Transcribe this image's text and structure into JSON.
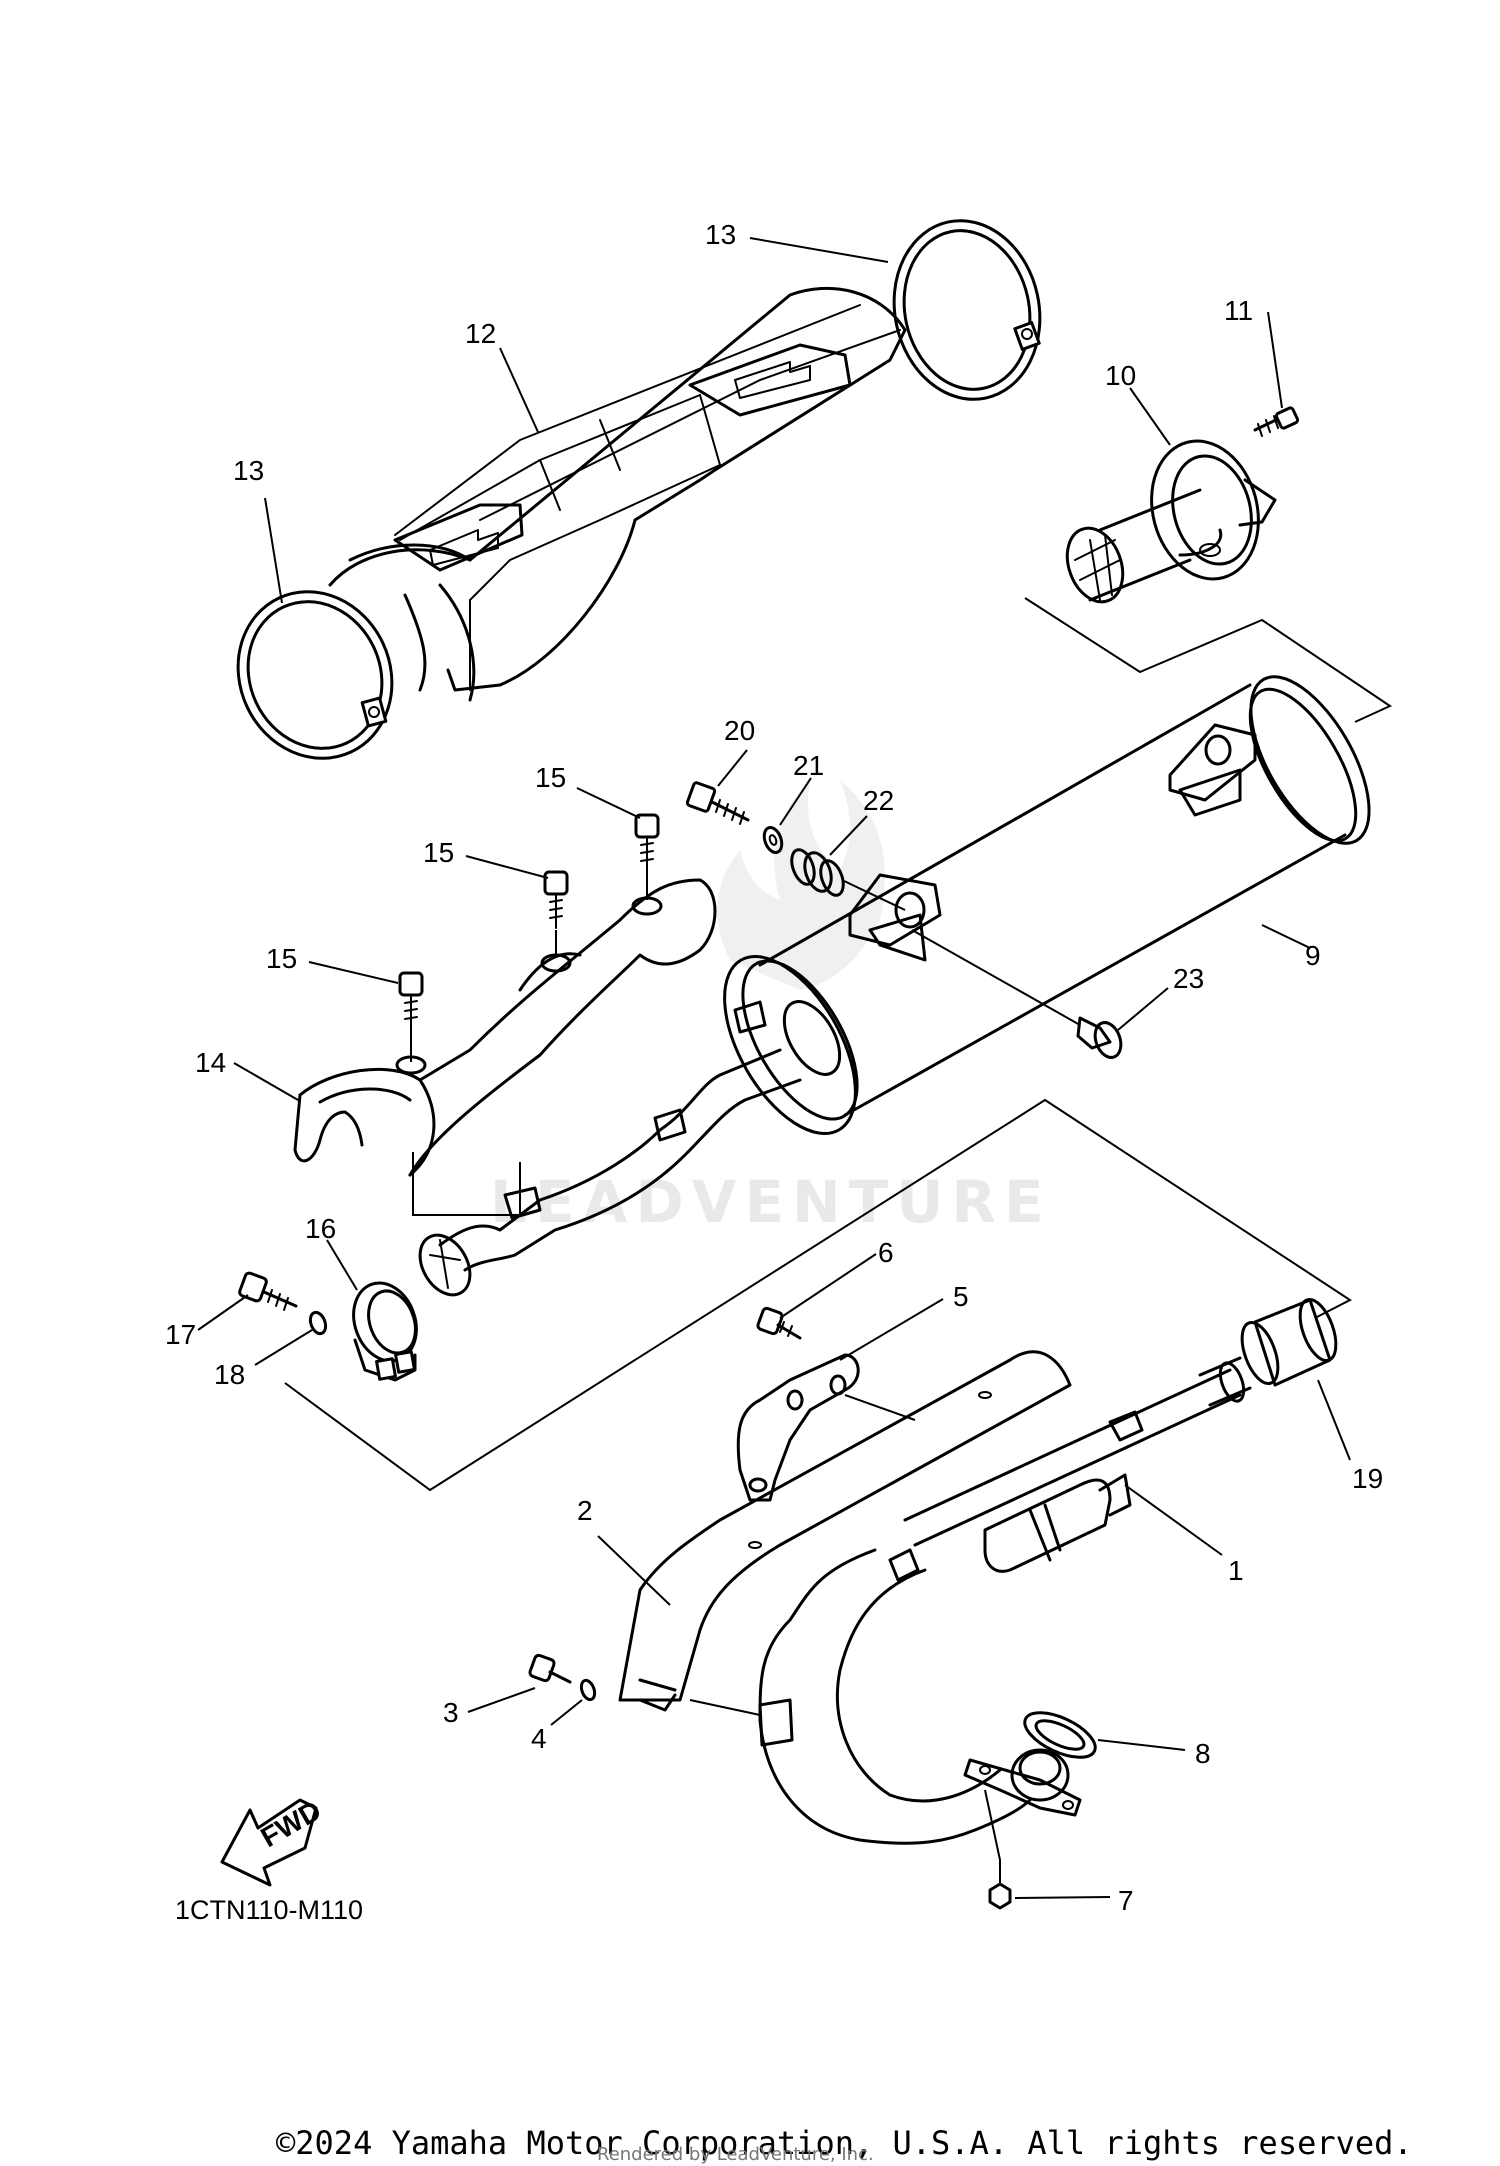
{
  "diagram": {
    "code": "1CTN110-M110",
    "watermark": "LEADVENTURE",
    "fwd_label": "FWD",
    "callouts": [
      {
        "id": "c1",
        "label": "1"
      },
      {
        "id": "c2",
        "label": "2"
      },
      {
        "id": "c3",
        "label": "3"
      },
      {
        "id": "c4",
        "label": "4"
      },
      {
        "id": "c5",
        "label": "5"
      },
      {
        "id": "c6",
        "label": "6"
      },
      {
        "id": "c7",
        "label": "7"
      },
      {
        "id": "c8",
        "label": "8"
      },
      {
        "id": "c9",
        "label": "9"
      },
      {
        "id": "c10",
        "label": "10"
      },
      {
        "id": "c11",
        "label": "11"
      },
      {
        "id": "c12",
        "label": "12"
      },
      {
        "id": "c13a",
        "label": "13"
      },
      {
        "id": "c13b",
        "label": "13"
      },
      {
        "id": "c14",
        "label": "14"
      },
      {
        "id": "c15a",
        "label": "15"
      },
      {
        "id": "c15b",
        "label": "15"
      },
      {
        "id": "c15c",
        "label": "15"
      },
      {
        "id": "c16",
        "label": "16"
      },
      {
        "id": "c17",
        "label": "17"
      },
      {
        "id": "c18",
        "label": "18"
      },
      {
        "id": "c19",
        "label": "19"
      },
      {
        "id": "c20",
        "label": "20"
      },
      {
        "id": "c21",
        "label": "21"
      },
      {
        "id": "c22",
        "label": "22"
      },
      {
        "id": "c23",
        "label": "23"
      }
    ]
  },
  "footer": {
    "copyright": "©2024 Yamaha Motor Corporation, U.S.A. All rights reserved.",
    "rendered_by": "Rendered by LeadVenture, Inc."
  }
}
